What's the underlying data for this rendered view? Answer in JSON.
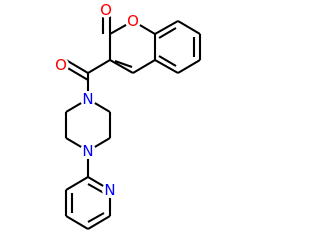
{
  "structure": {
    "atoms": [
      {
        "id": "O_carbonyl_lactone",
        "symbol": "O",
        "color": "#ff0000"
      },
      {
        "id": "O_ring",
        "symbol": "O",
        "color": "#ff0000"
      },
      {
        "id": "O_amide",
        "symbol": "O",
        "color": "#ff0000"
      },
      {
        "id": "N_piperazine_1",
        "symbol": "N",
        "color": "#0000ff"
      },
      {
        "id": "N_piperazine_4",
        "symbol": "N",
        "color": "#0000ff"
      },
      {
        "id": "N_pyridine",
        "symbol": "N",
        "color": "#0000ff"
      }
    ],
    "bond_color": "#000000"
  }
}
